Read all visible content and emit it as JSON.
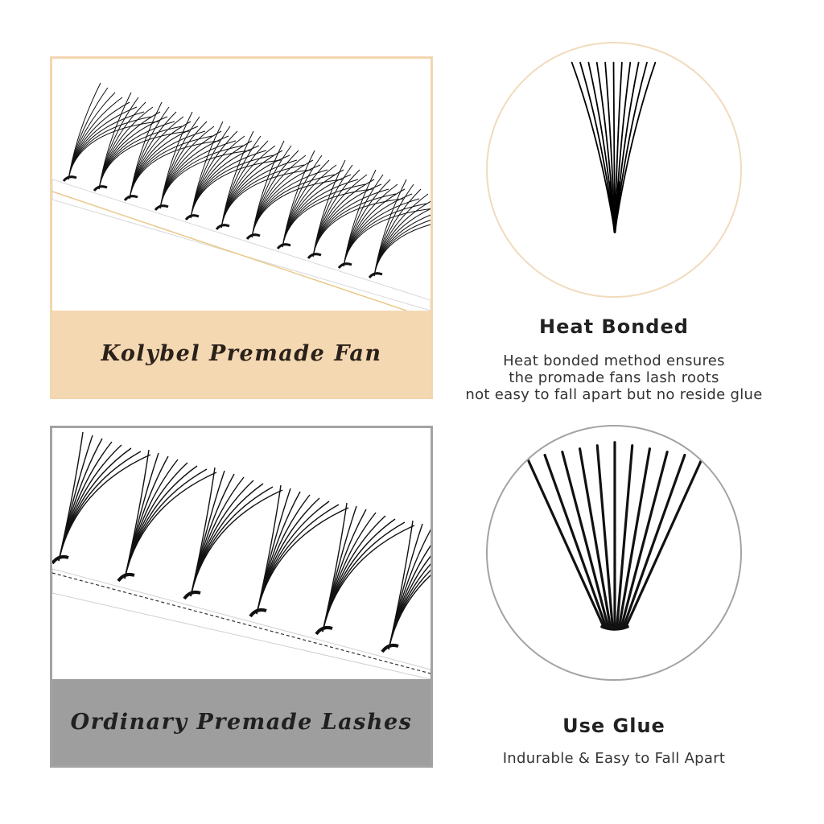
{
  "kolybel": {
    "caption": "Kolybel Premade Fan",
    "feature_title": "Heat Bonded",
    "description_lines": [
      "Heat bonded method ensures",
      "the promade fans lash roots",
      "not easy to fall apart but no reside glue"
    ],
    "accent_color": "#f4d8b2",
    "border_color": "#f2d6b0"
  },
  "ordinary": {
    "caption": "Ordinary Premade Lashes",
    "feature_title": "Use Glue",
    "description_lines": [
      "Indurable & Easy to Fall Apart"
    ],
    "accent_color": "#9e9e9e",
    "border_color": "#a3a3a3"
  }
}
